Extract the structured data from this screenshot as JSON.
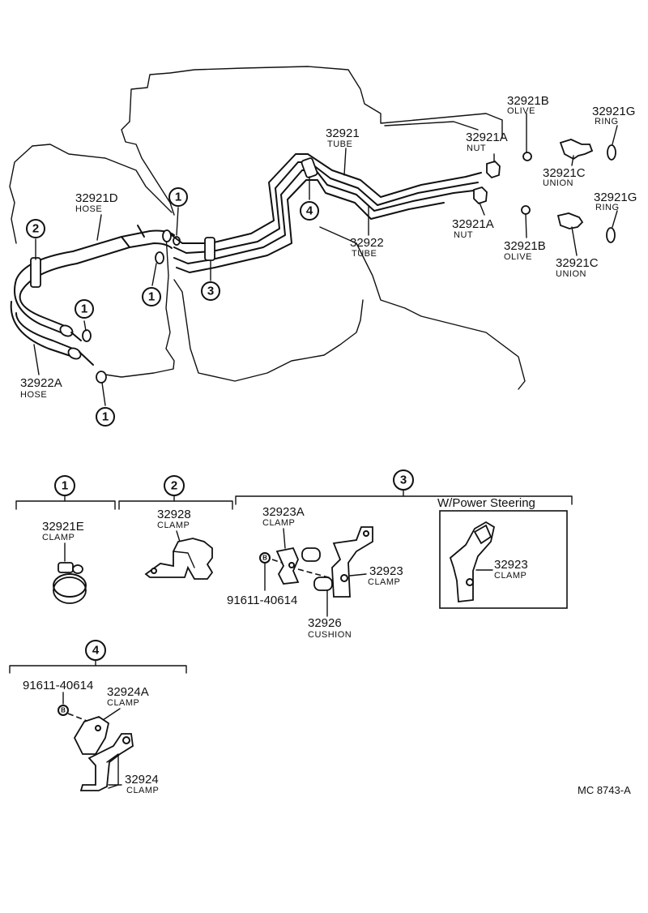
{
  "parts": {
    "p_32921b_top": {
      "num": "32921B",
      "name": "OLIVE"
    },
    "p_32921g_top": {
      "num": "32921G",
      "name": "RING"
    },
    "p_32921": {
      "num": "32921",
      "name": "TUBE"
    },
    "p_32921a_top": {
      "num": "32921A",
      "name": "NUT"
    },
    "p_32921c_top": {
      "num": "32921C",
      "name": "UNION"
    },
    "p_32921d": {
      "num": "32921D",
      "name": "HOSE"
    },
    "p_32921g_bot": {
      "num": "32921G",
      "name": "RING"
    },
    "p_32921a_bot": {
      "num": "32921A",
      "name": "NUT"
    },
    "p_32922": {
      "num": "32922",
      "name": "TUBE"
    },
    "p_32921b_bot": {
      "num": "32921B",
      "name": "OLIVE"
    },
    "p_32921c_bot": {
      "num": "32921C",
      "name": "UNION"
    },
    "p_32922a": {
      "num": "32922A",
      "name": "HOSE"
    },
    "p_32921e": {
      "num": "32921E",
      "name": "CLAMP"
    },
    "p_32928": {
      "num": "32928",
      "name": "CLAMP"
    },
    "p_32923a": {
      "num": "32923A",
      "name": "CLAMP"
    },
    "p_32923_a": {
      "num": "32923",
      "name": "CLAMP"
    },
    "p_91611_a": {
      "num": "91611-40614"
    },
    "p_32926": {
      "num": "32926",
      "name": "CUSHION"
    },
    "p_32923_b": {
      "num": "32923",
      "name": "CLAMP"
    },
    "p_91611_b": {
      "num": "91611-40614"
    },
    "p_32924a": {
      "num": "32924A",
      "name": "CLAMP"
    },
    "p_32924": {
      "num": "32924",
      "name": "CLAMP"
    }
  },
  "callouts": {
    "c1": "1",
    "c2": "2",
    "c3": "3",
    "c4": "4"
  },
  "bolt_mark": "B",
  "sections": {
    "power_steering": "W/Power Steering"
  },
  "diagram_code": "MC  8743-A"
}
